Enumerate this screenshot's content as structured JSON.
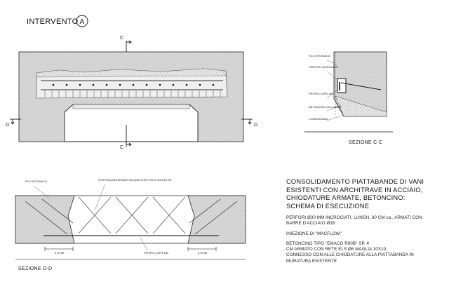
{
  "intervention": {
    "label": "INTERVENTO",
    "circle_letter": "A"
  },
  "plan": {
    "section_cuts": [
      "C",
      "C",
      "D",
      "D"
    ]
  },
  "section_cc": {
    "title": "SEZIONE C-C",
    "labels": [
      "FILO INTONACO",
      "PERFORI INCROCIATI",
      "PROFILO UPN 180",
      "BETONCINO COLLABOR.",
      "CONSOLIDAM."
    ]
  },
  "section_dd": {
    "title": "SEZIONE D-D",
    "labels": [
      "FILO INTONACO",
      "PERFORAZIONI ARMATE OBLIQUE A L60 POSTE OGNI 60 CM",
      "PROFILO UPN 180"
    ],
    "dimensions": [
      "0.40 Mt",
      "0.40 Mt"
    ]
  },
  "description": {
    "title_lines": [
      "CONSOLIDAMENTO PIATTABANDE DI VANI",
      "ESISTENTI CON ARCHITRAVE IN ACCIAIO,",
      "CHIODATURE ARMATE, BETONCINO:",
      "SCHEMA DI ESECUZIONE"
    ],
    "notes": [
      "PERFORI Ø30 MM INCROCIATI, LUNGH. 60 CM ca., ARMATI CON BARRE D'ACCIAIO Ø16",
      "INIEZIONE DI \"MACFLOW\"",
      "BETONCINO TIPO \"EMACO R90B\" SP. 4",
      "CM ARMATO CON RETE ELS Ø6 MAGLIA 10X10,",
      "CONNESSO CON ALLE CHIODATURE ALLA PIATTABANDA IN MURATURA ESISTENTE"
    ]
  }
}
